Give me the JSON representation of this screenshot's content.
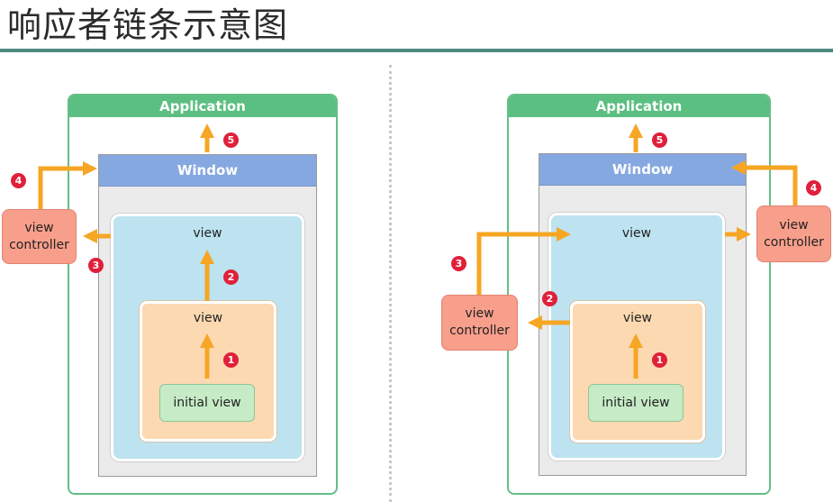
{
  "page": {
    "title": "响应者链条示意图"
  },
  "diagrams": [
    {
      "application_label": "Application",
      "window_label": "Window",
      "outer_view_label": "view",
      "inner_view_label": "view",
      "initial_view_label": "initial view",
      "view_controller_label": "view\ncontroller",
      "steps": [
        "1",
        "2",
        "3",
        "4",
        "5"
      ]
    },
    {
      "application_label": "Application",
      "window_label": "Window",
      "outer_view_label": "view",
      "inner_view_label": "view",
      "initial_view_label": "initial view",
      "inner_view_controller_label": "view\ncontroller",
      "outer_view_controller_label": "view\ncontroller",
      "steps": [
        "1",
        "2",
        "3",
        "4",
        "5"
      ]
    }
  ],
  "colors": {
    "arrow": "#f6a623",
    "badge": "#e0203a",
    "application": "#5cbf82",
    "window": "#86a8e0",
    "view_outer": "#bde3f0",
    "view_inner": "#fcd9b1",
    "initial_view": "#c6ebc6",
    "view_controller": "#f89f8b"
  }
}
